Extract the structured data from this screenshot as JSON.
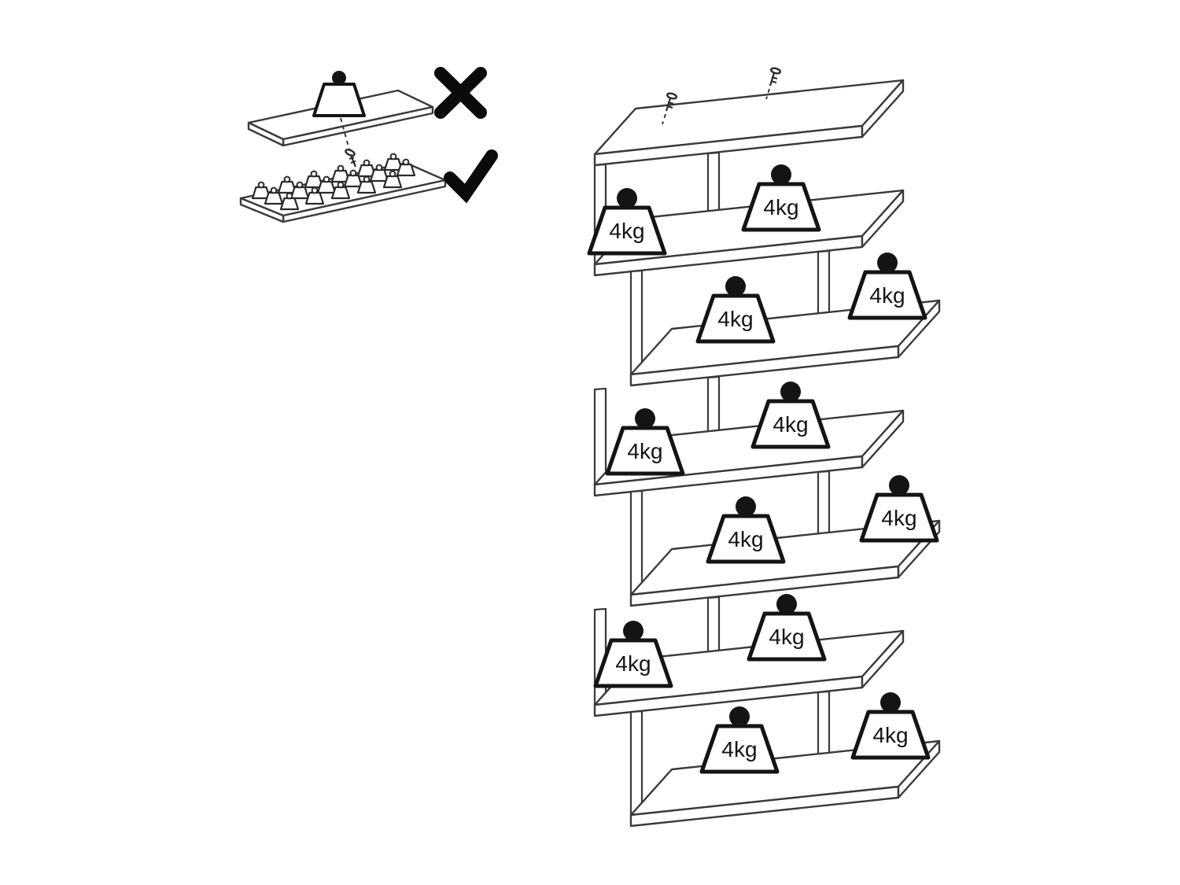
{
  "diagram": {
    "weight_unit_label": "4kg",
    "weights": {
      "items": [
        {
          "label": "4kg"
        },
        {
          "label": "4kg"
        },
        {
          "label": "4kg"
        },
        {
          "label": "4kg"
        },
        {
          "label": "4kg"
        },
        {
          "label": "4kg"
        },
        {
          "label": "4kg"
        },
        {
          "label": "4kg"
        },
        {
          "label": "4kg"
        },
        {
          "label": "4kg"
        },
        {
          "label": "4kg"
        },
        {
          "label": "4kg"
        }
      ]
    },
    "legend": {
      "wrong_icon": "cross-icon",
      "correct_icon": "check-icon"
    },
    "colors": {
      "background": "#ffffff",
      "line": "#3a3a3a",
      "ink": "#141414"
    }
  }
}
